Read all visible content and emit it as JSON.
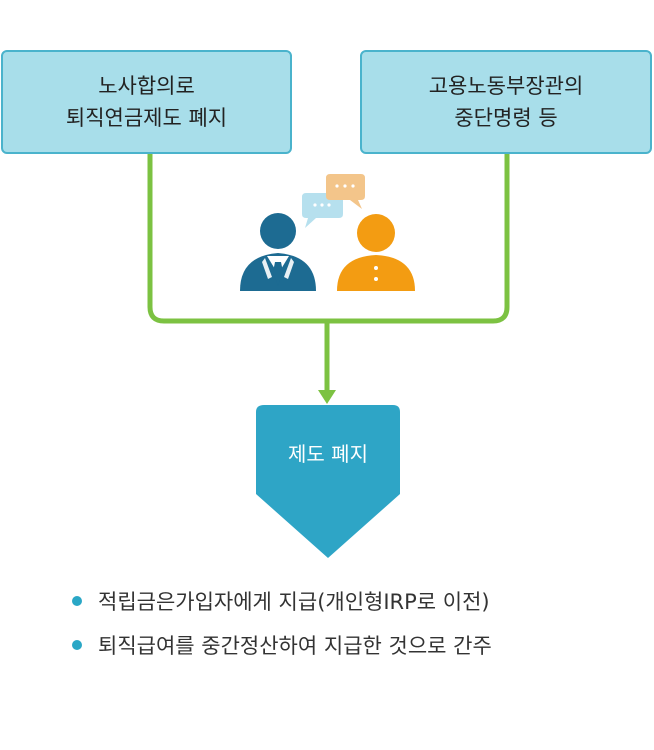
{
  "boxes": {
    "left": {
      "line1": "노사합의로",
      "line2": "퇴직연금제도 폐지"
    },
    "right": {
      "line1": "고용노동부장관의",
      "line2": "중단명령 등"
    }
  },
  "result": {
    "label": "제도 폐지"
  },
  "bullets": [
    "적립금은가입자에게 지급(개인형IRP로 이전)",
    "퇴직급여를 중간정산하여 지급한 것으로 간주"
  ],
  "colors": {
    "box_fill": "#a8deea",
    "box_border": "#4ab3cc",
    "connector": "#7cc242",
    "result_fill": "#2ea5c6",
    "person_left": "#1d6b92",
    "person_right": "#f39c12",
    "bubble_blue": "#b6e0ee",
    "bubble_orange": "#f3c58a",
    "bullet_dot": "#2aa7c6"
  },
  "icons": [
    "speech-bubble-icon",
    "businessman-icon",
    "person-icon",
    "arrow-down-icon"
  ]
}
